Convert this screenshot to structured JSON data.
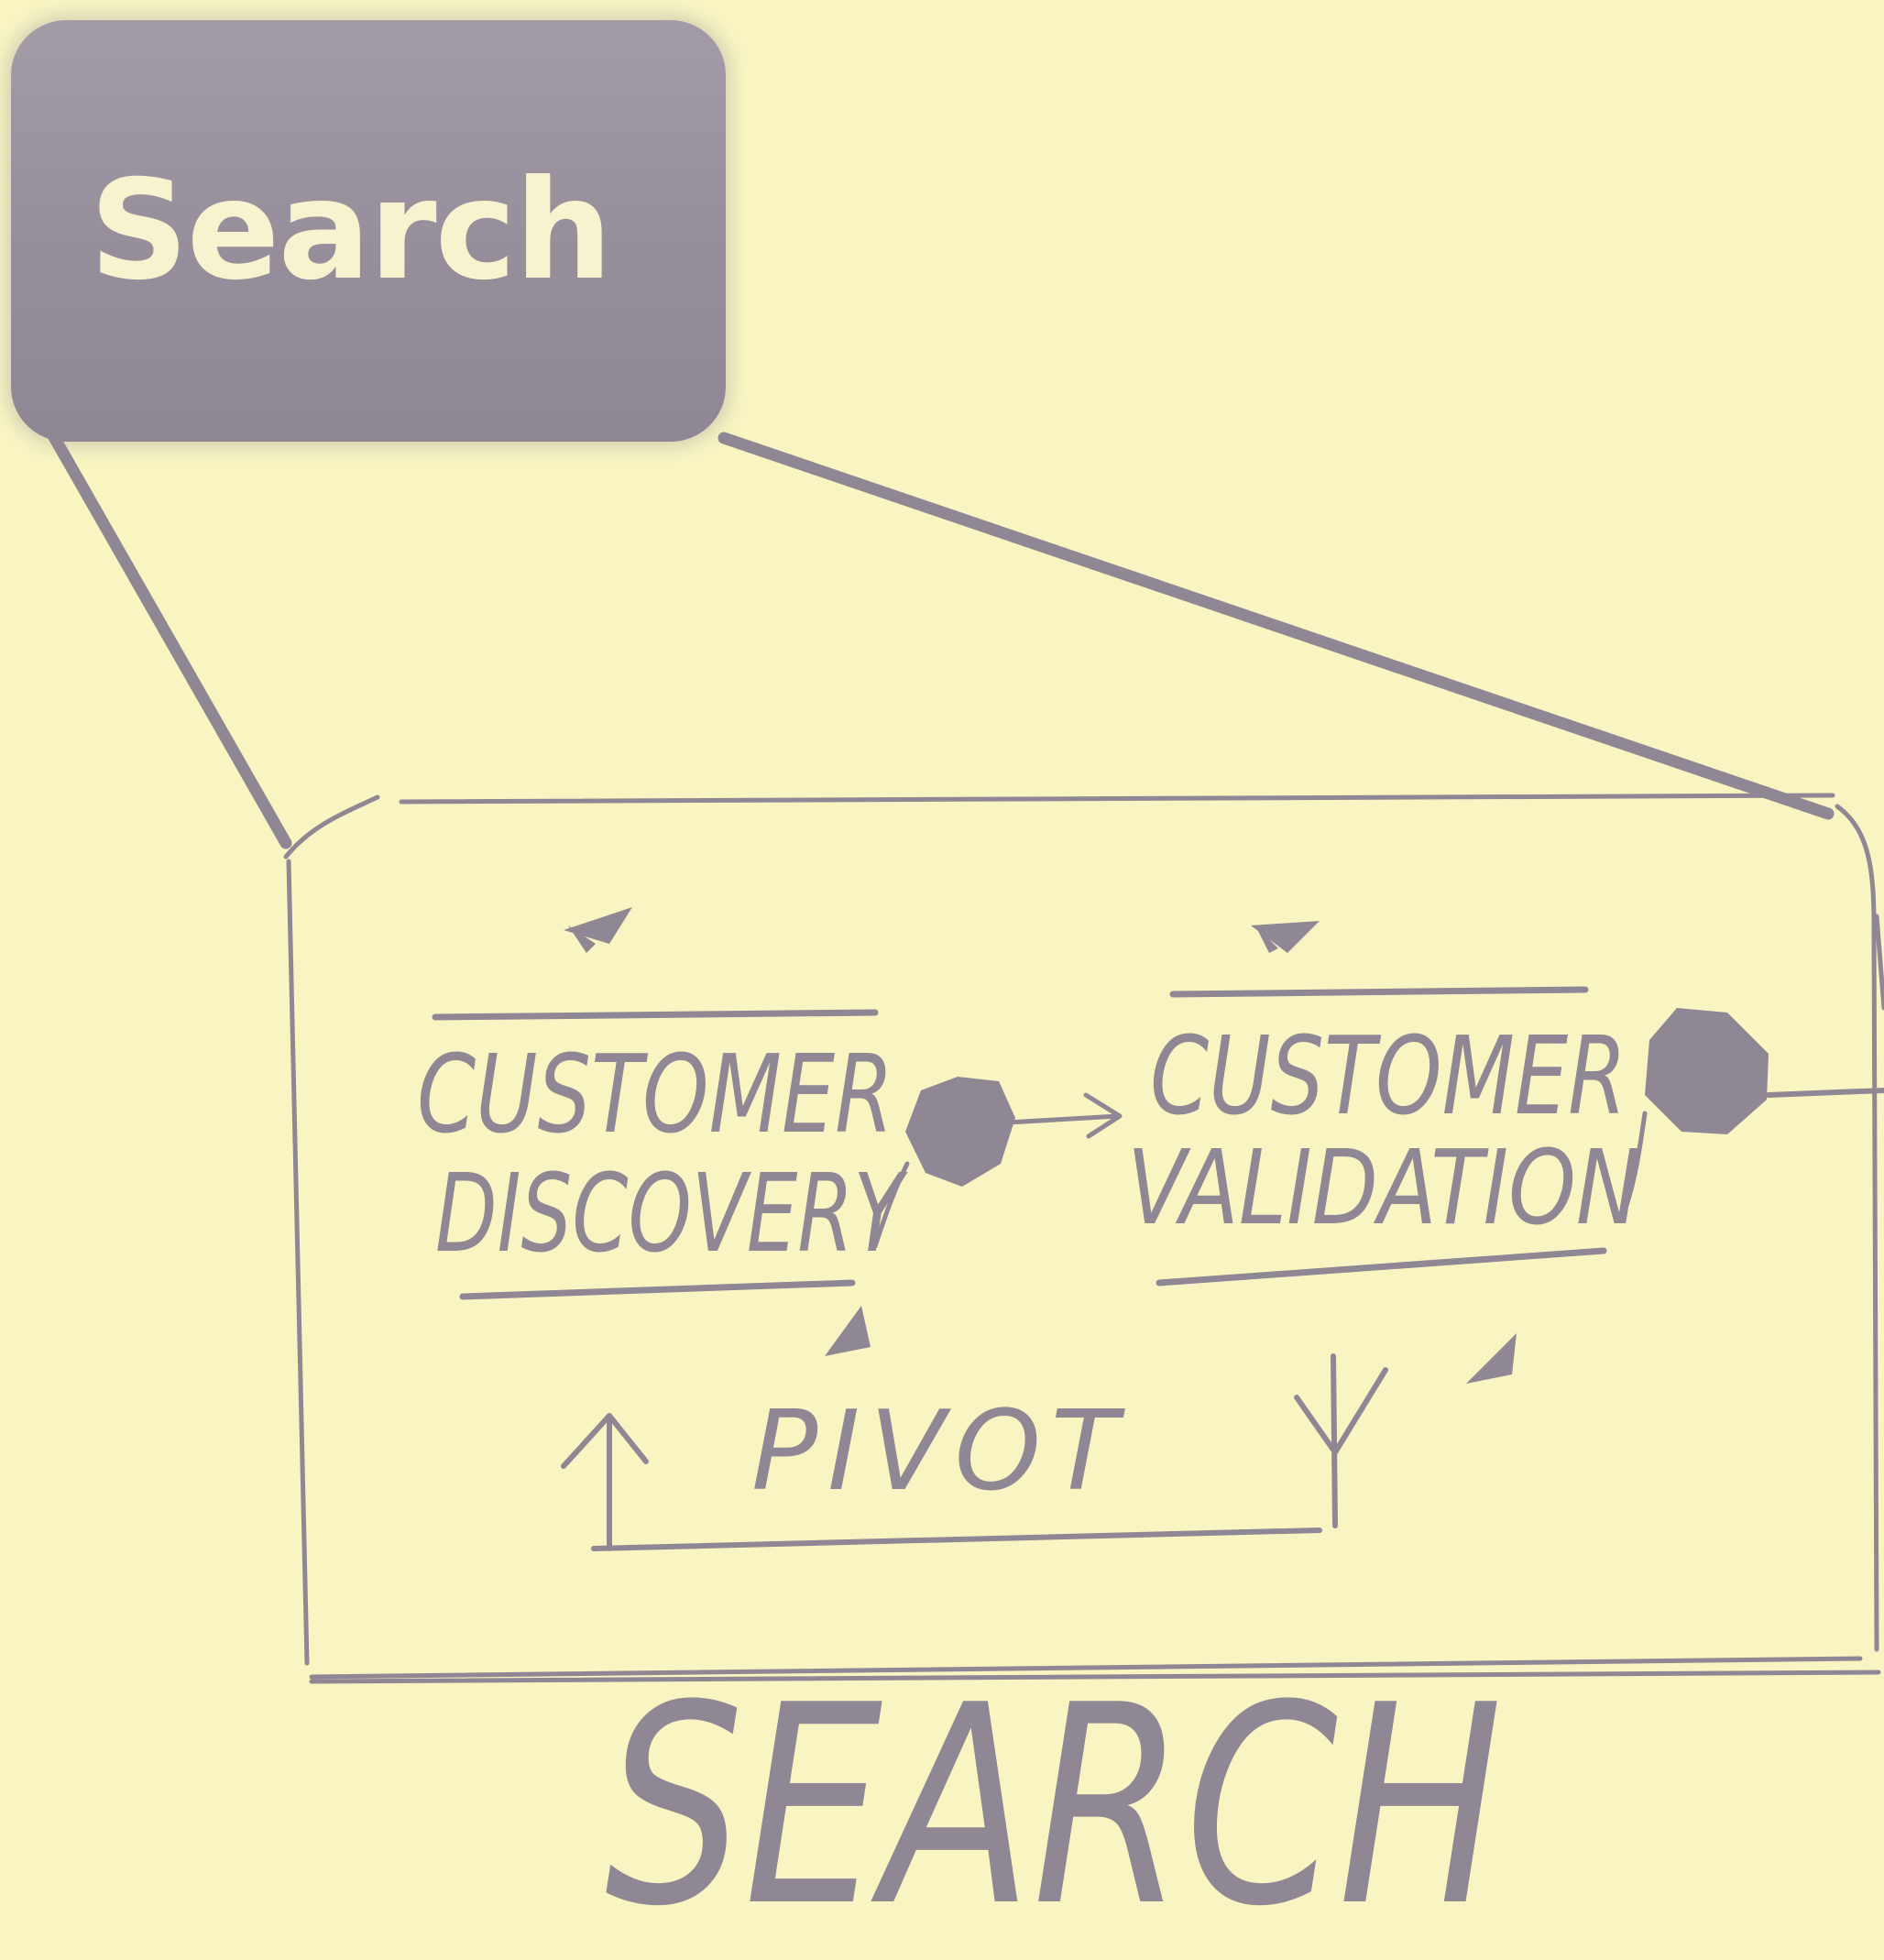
{
  "header_box": {
    "label": "Search"
  },
  "diagram": {
    "step1": {
      "line1": "CUSTOMER",
      "line2": "DISCOVERY"
    },
    "step2": {
      "line1": "CUSTOMER",
      "line2": "VALIDATION"
    },
    "pivot_label": "PIVOT",
    "bottom_label": "SEARCH"
  },
  "colors": {
    "background": "#f8f5c3",
    "ink": "#8f8794",
    "box": "#968e9a",
    "box_text": "#f7f3cf"
  }
}
